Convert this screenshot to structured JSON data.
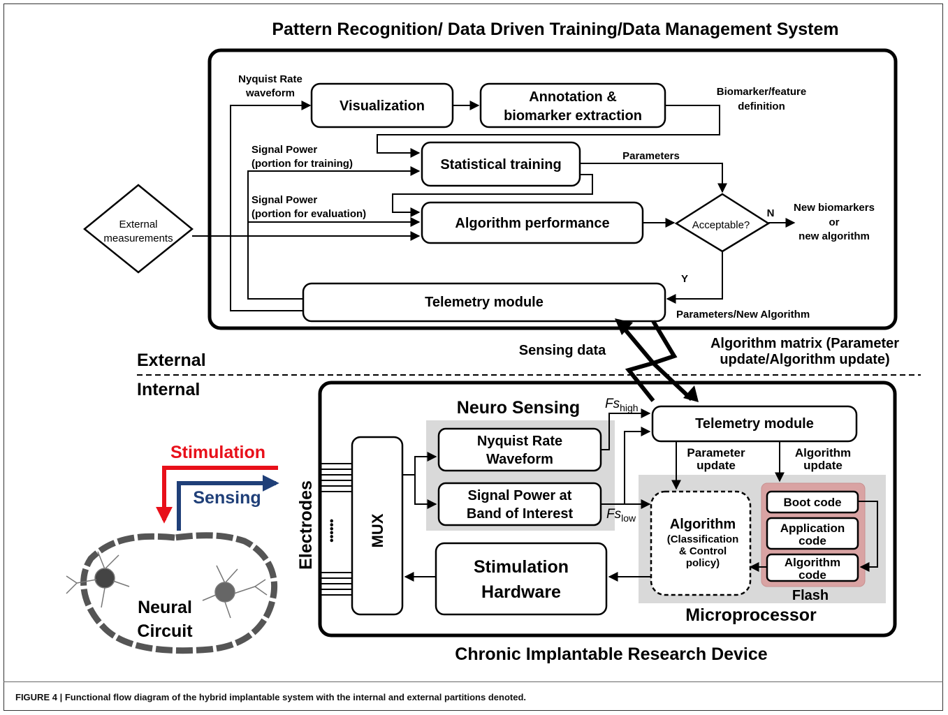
{
  "titles": {
    "top": "Pattern Recognition/ Data Driven Training/Data Management System",
    "bottom": "Chronic Implantable Research Device",
    "external": "External",
    "internal": "Internal"
  },
  "external_system": {
    "visualization": "Visualization",
    "annotation_1": "Annotation &",
    "annotation_2": "biomarker extraction",
    "statistical_training": "Statistical training",
    "algorithm_performance": "Algorithm performance",
    "acceptable": "Acceptable?",
    "telemetry": "Telemetry module",
    "external_measurements_1": "External",
    "external_measurements_2": "measurements",
    "nyquist_label_1": "Nyquist Rate",
    "nyquist_label_2": "waveform",
    "signal_power_training_1": "Signal Power",
    "signal_power_training_2": "(portion for training)",
    "signal_power_eval_1": "Signal Power",
    "signal_power_eval_2": "(portion for evaluation)",
    "biomarker_def_1": "Biomarker/feature",
    "biomarker_def_2": "definition",
    "parameters": "Parameters",
    "n_label": "N",
    "y_label": "Y",
    "new_biomarkers_1": "New biomarkers",
    "new_biomarkers_2": "or",
    "new_biomarkers_3": "new algorithm",
    "params_new_algo": "Parameters/New Algorithm"
  },
  "links": {
    "sensing_data": "Sensing data",
    "algo_matrix_1": "Algorithm matrix (Parameter",
    "algo_matrix_2": "update/Algorithm update)"
  },
  "internal_device": {
    "neuro_sensing": "Neuro Sensing",
    "fs_high_main": "Fs",
    "fs_high_sub": "high",
    "fs_low_main": "Fs",
    "fs_low_sub": "low",
    "telemetry": "Telemetry module",
    "nyquist_1": "Nyquist Rate",
    "nyquist_2": "Waveform",
    "signal_power_1": "Signal Power at",
    "signal_power_2": "Band of Interest",
    "param_update_1": "Parameter",
    "param_update_2": "update",
    "algo_update_1": "Algorithm",
    "algo_update_2": "update",
    "algorithm": "Algorithm",
    "classification_1": "(Classification",
    "classification_2": "& Control",
    "classification_3": "policy)",
    "boot_code": "Boot code",
    "application_1": "Application",
    "application_2": "code",
    "algorithm_code_1": "Algorithm",
    "algorithm_code_2": "code",
    "flash": "Flash",
    "microprocessor": "Microprocessor",
    "stim_hw_1": "Stimulation",
    "stim_hw_2": "Hardware",
    "mux": "MUX",
    "electrodes": "Electrodes",
    "dots": "••••••"
  },
  "neural": {
    "stimulation": "Stimulation",
    "sensing": "Sensing",
    "circuit_1": "Neural",
    "circuit_2": "Circuit"
  },
  "colors": {
    "stimulation": "#e8101a",
    "sensing": "#1f3f78",
    "flash": "#d9a3a3",
    "gray_panel": "#d9d9d9"
  },
  "caption": "FIGURE 4 | Functional flow diagram of the hybrid implantable system with the internal and external partitions denoted."
}
